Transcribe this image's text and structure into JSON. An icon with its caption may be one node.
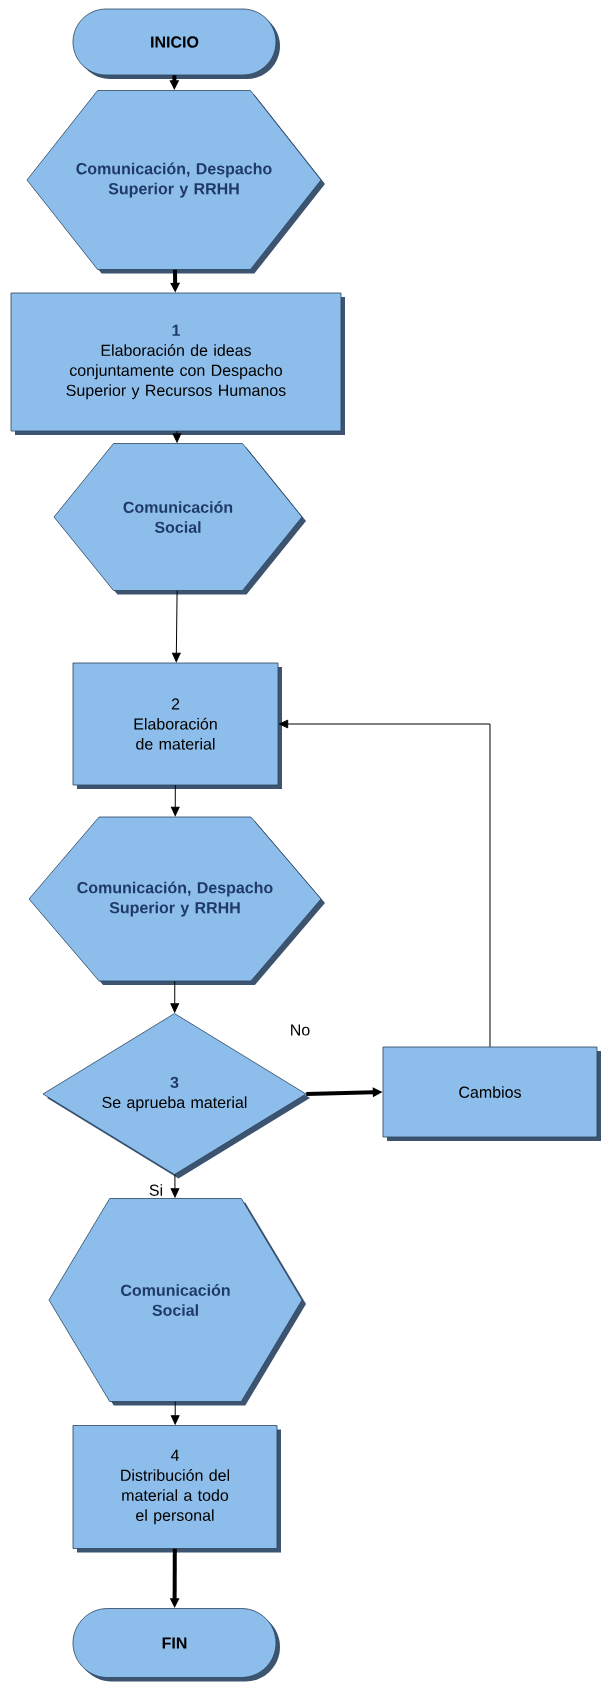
{
  "diagram": {
    "nodes": [
      {
        "text": [
          "INICIO"
        ]
      },
      {
        "text": [
          "Comunicación, Despacho Superior y RRHH"
        ]
      },
      {
        "text": [
          "1",
          "Elaboración de ideas conjuntamente con Despacho Superior y Recursos Humanos"
        ]
      },
      {
        "text": [
          "Comunicación Social"
        ]
      },
      {
        "text": [
          "2",
          "Elaboración de material"
        ]
      },
      {
        "text": [
          "Comunicación, Despacho Superior y RRHH"
        ]
      },
      {
        "text": [
          "3",
          "Se aprueba material"
        ]
      },
      {
        "text": [
          "Cambios"
        ]
      },
      {
        "text": [
          "Comunicación Social"
        ]
      },
      {
        "text": [
          "4",
          "Distribución del material a todo el personal"
        ]
      },
      {
        "text": [
          "FIN"
        ]
      }
    ],
    "edges": [
      {
        "from": 0,
        "to": 1,
        "arrow": "to",
        "style": "thick"
      },
      {
        "from": 1,
        "to": 2,
        "arrow": "to",
        "style": "thick"
      },
      {
        "from": 2,
        "to": 3,
        "arrow": "to"
      },
      {
        "from": 3,
        "to": 4,
        "arrow": "to"
      },
      {
        "from": 4,
        "to": 5,
        "arrow": "to"
      },
      {
        "from": 5,
        "to": 6,
        "arrow": "to"
      },
      {
        "from": 6,
        "to": 7,
        "arrow": "to",
        "style": "thick",
        "label": "No"
      },
      {
        "from": 7,
        "to": 4,
        "arrow": "to"
      },
      {
        "from": 6,
        "to": 8,
        "arrow": "to",
        "label": "Si"
      },
      {
        "from": 8,
        "to": 9,
        "arrow": "to"
      },
      {
        "from": 9,
        "to": 10,
        "arrow": "to",
        "style": "thick"
      }
    ]
  }
}
